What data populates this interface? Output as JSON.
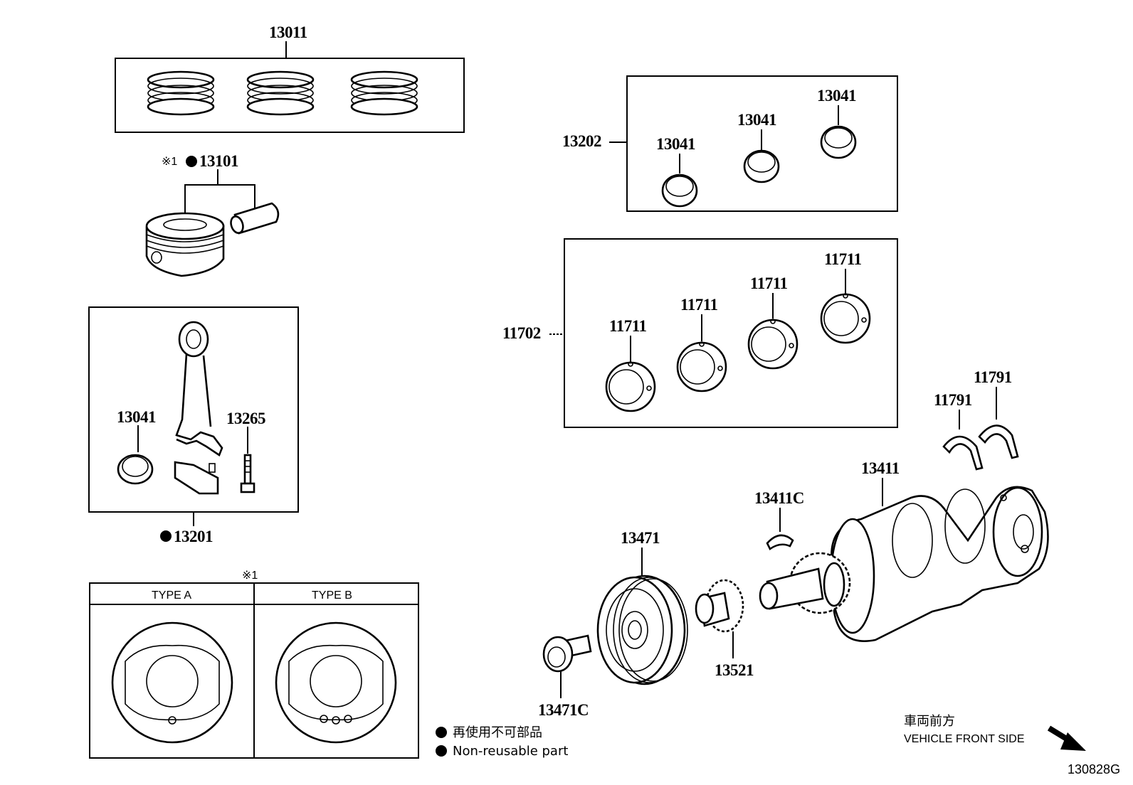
{
  "diagram": {
    "labels": {
      "piston_ring_set": "13011",
      "piston_note_mark": "※1",
      "piston_with_pin": "13101",
      "rod_bearing_set": "13202",
      "rod_bearing_a": "13041",
      "rod_bearing_b": "13041",
      "rod_bearing_c": "13041",
      "main_bearing_set": "11702",
      "main_bearing_1": "11711",
      "main_bearing_2": "11711",
      "main_bearing_3": "11711",
      "main_bearing_4": "11711",
      "thrust_washer_1": "11791",
      "thrust_washer_2": "11791",
      "rod_bearing_in_rod": "13041",
      "rod_bolt": "13265",
      "connecting_rod": "13201",
      "crankshaft": "13411",
      "crank_key": "13411C",
      "pulley": "13471",
      "crank_sprocket": "13521",
      "pulley_bolt": "13471C"
    },
    "type_table": {
      "mark": "※1",
      "type_a": "TYPE A",
      "type_b": "TYPE B"
    },
    "legend": {
      "jp": "再使用不可部品",
      "en": "Non-reusable part"
    },
    "direction": {
      "jp": "車両前方",
      "en": "VEHICLE FRONT SIDE"
    },
    "figure_code": "130828G"
  }
}
